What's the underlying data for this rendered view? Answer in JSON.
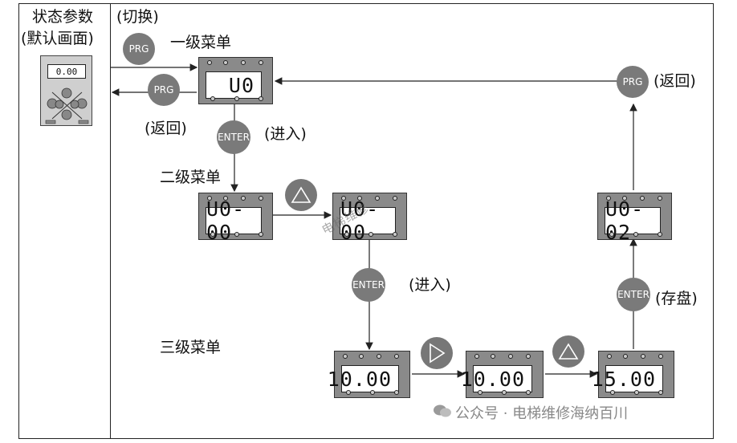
{
  "left_column": {
    "title_line1": "状态参数",
    "title_line2": "(默认画面)"
  },
  "switch_label": "(切换)",
  "menus": {
    "level1": "一级菜单",
    "level2": "二级菜单",
    "level3": "三级菜单"
  },
  "buttons": {
    "prg": "PRG",
    "enter": "ENTER"
  },
  "actions": {
    "return": "(返回)",
    "enter": "(进入)",
    "save": "(存盘)"
  },
  "displays": {
    "keypad": "0.00",
    "l1": "U0",
    "l2a": "U0-00",
    "l2b": "U0-00",
    "l2c": "U0-02",
    "l3a": "10.00",
    "l3b": "10.00",
    "l3c": "15.00"
  },
  "watermark": "公众号 · 电梯维修海纳百川",
  "watermark_center": "电梯维修"
}
